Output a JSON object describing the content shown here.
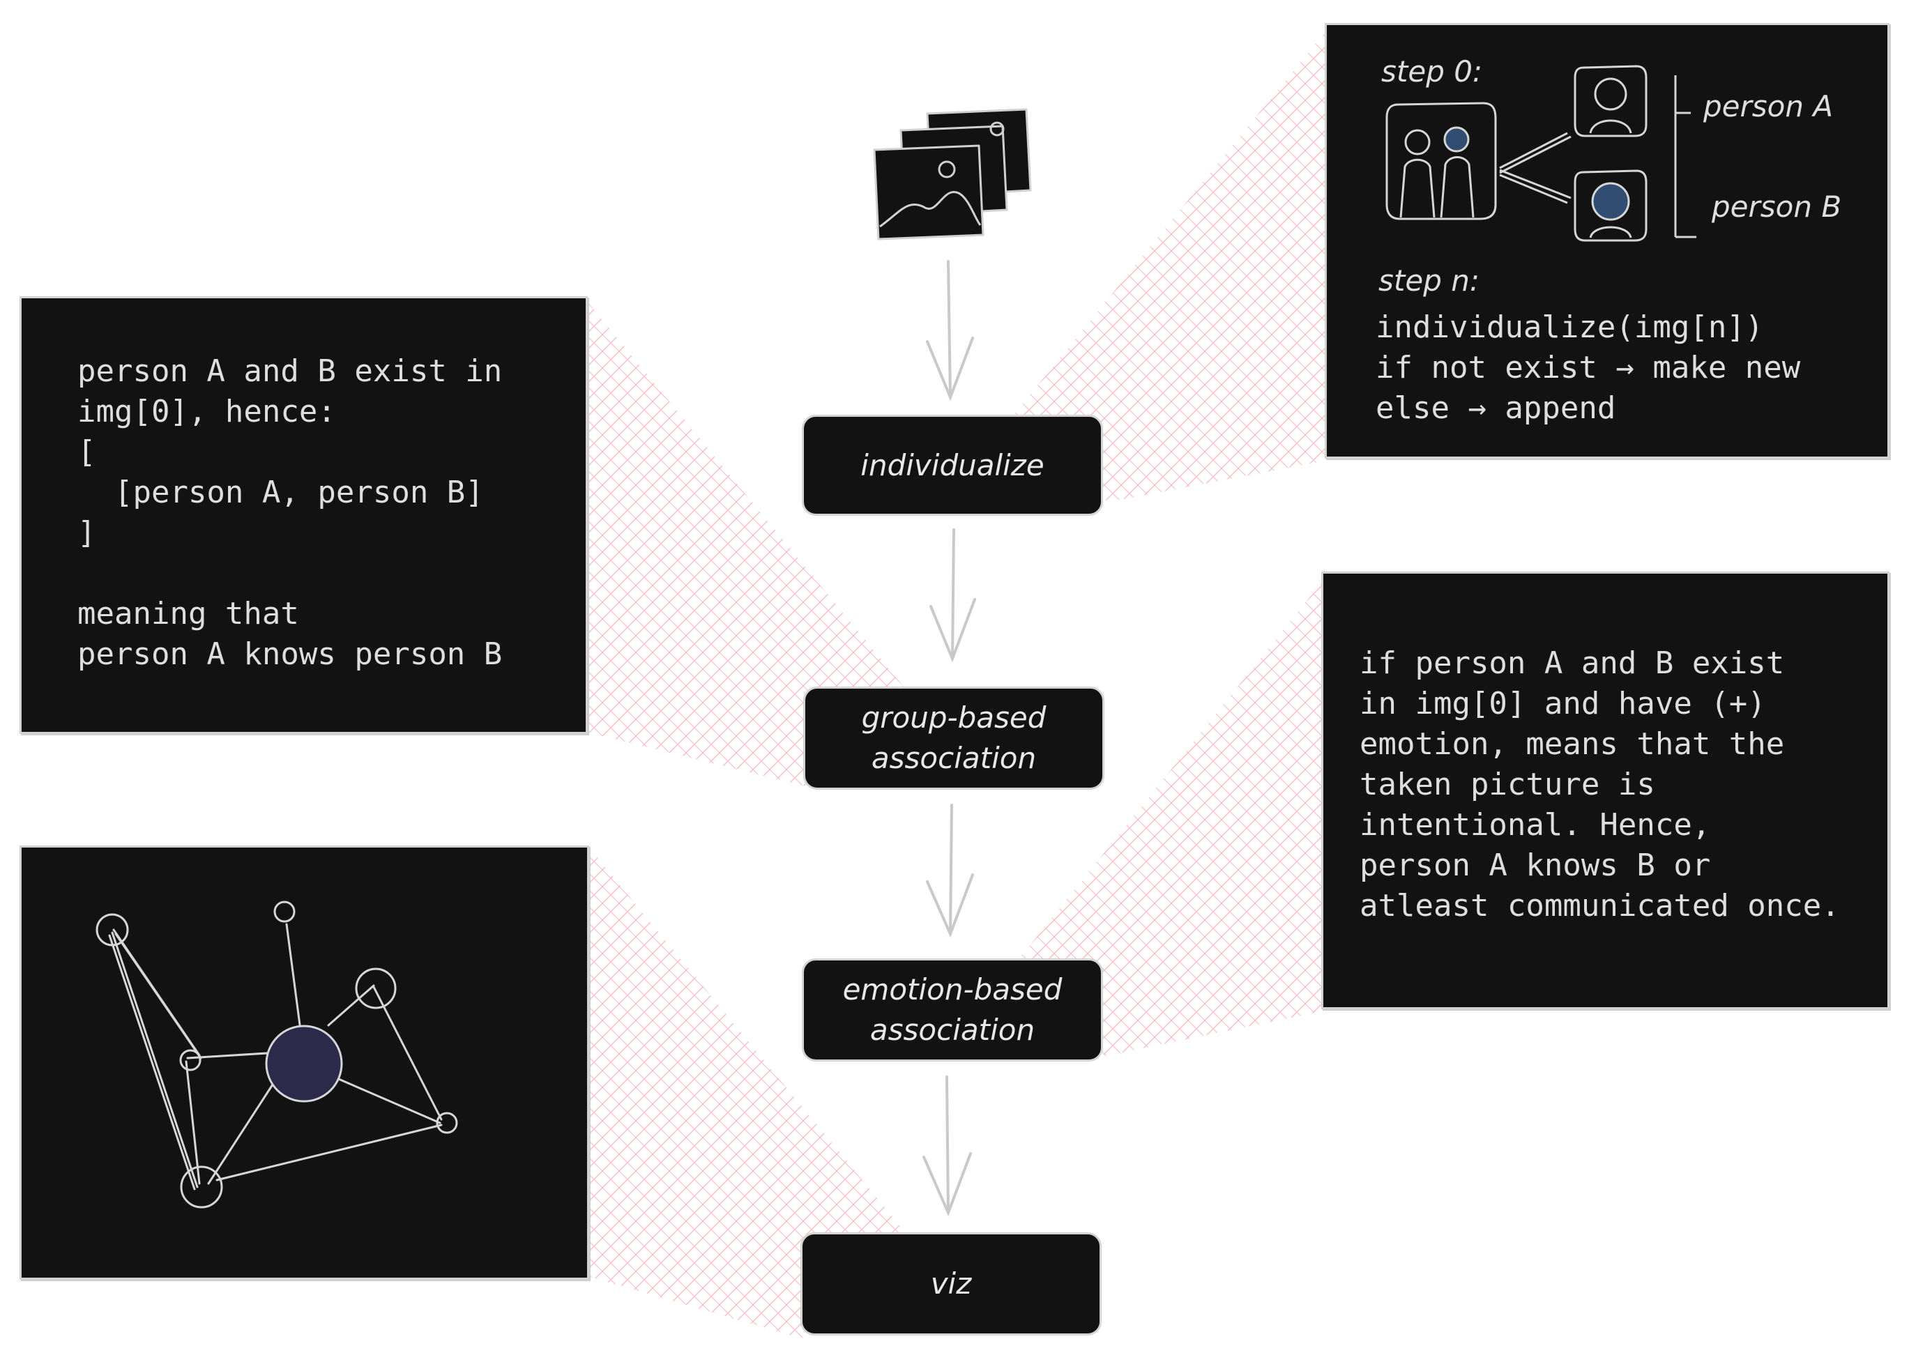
{
  "pipeline": {
    "steps": [
      {
        "lines": [
          "individualize"
        ]
      },
      {
        "lines": [
          "group-based",
          "association"
        ]
      },
      {
        "lines": [
          "emotion-based",
          "association"
        ]
      },
      {
        "lines": [
          "viz"
        ]
      }
    ]
  },
  "panels": {
    "individualize": {
      "step0_label": "step 0:",
      "person_a": "person A",
      "person_b": "person B",
      "stepn_label": "step n:",
      "code_lines": [
        "individualize(img[n])",
        "if not exist → make new",
        "else → append"
      ]
    },
    "group": {
      "lines": [
        "person A and B exist in",
        "img[0], hence:",
        "[",
        "  [person A, person B]",
        "]",
        "",
        "meaning that",
        "person A knows person B"
      ]
    },
    "emotion": {
      "lines": [
        "if person A and B exist",
        "in img[0] and have (+)",
        "emotion, means that the",
        "taken picture is",
        "intentional. Hence,",
        "person A knows B or",
        "atleast communicated once."
      ]
    }
  },
  "colors": {
    "panel_bg": "#121212",
    "panel_border": "#d2d2d2",
    "text": "#dedede",
    "hatch": "#f4b7bd",
    "arrow": "#c9c9c9",
    "hub_fill": "#2c2a4a",
    "person_b_fill": "#4a7fc1"
  },
  "icons": {
    "image_stack": "image-stack-icon",
    "group_photo": "group-photo-icon",
    "face": "face-icon"
  }
}
